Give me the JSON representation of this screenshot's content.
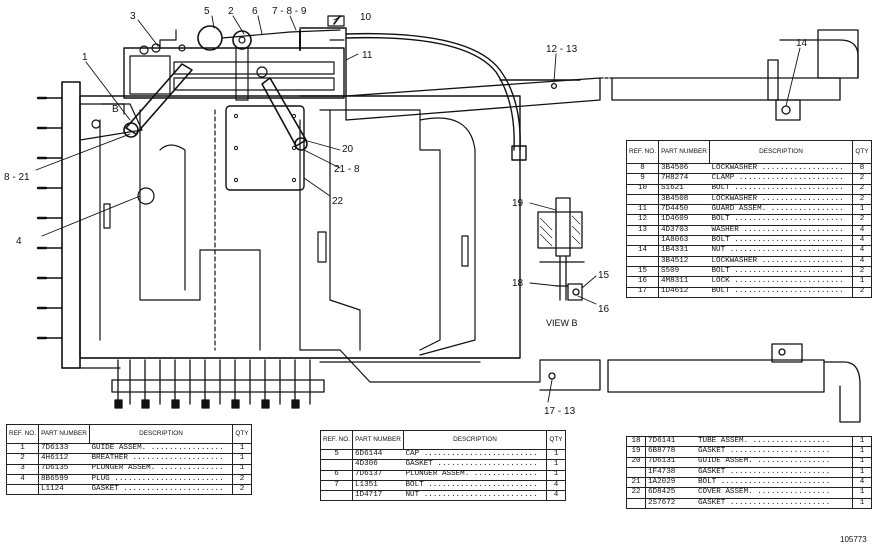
{
  "callouts": [
    {
      "id": "c1",
      "text": "1"
    },
    {
      "id": "c2",
      "text": "2"
    },
    {
      "id": "c3",
      "text": "3"
    },
    {
      "id": "c4",
      "text": "4"
    },
    {
      "id": "c5",
      "text": "5"
    },
    {
      "id": "c6",
      "text": "6"
    },
    {
      "id": "c7",
      "text": "7 - 8 - 9"
    },
    {
      "id": "c10",
      "text": "10"
    },
    {
      "id": "c11",
      "text": "11"
    },
    {
      "id": "c12",
      "text": "12 - 13"
    },
    {
      "id": "c14",
      "text": "14"
    },
    {
      "id": "c15",
      "text": "15"
    },
    {
      "id": "c16",
      "text": "16"
    },
    {
      "id": "c17",
      "text": "17 - 13"
    },
    {
      "id": "c18",
      "text": "18"
    },
    {
      "id": "c19",
      "text": "19"
    },
    {
      "id": "c20",
      "text": "20"
    },
    {
      "id": "c21",
      "text": "21 - 8"
    },
    {
      "id": "c22",
      "text": "22"
    },
    {
      "id": "c8_21",
      "text": "8 - 21"
    },
    {
      "id": "cB",
      "text": "B"
    }
  ],
  "view_label": "VIEW B",
  "figure_id": "105773",
  "table_headers": {
    "ref": "REF. NO.",
    "part": "PART NUMBER",
    "description": "DESCRIPTION",
    "qty": "QTY"
  },
  "tables": {
    "left": {
      "rows": [
        {
          "ref": "1",
          "part": "7D6133",
          "desc": "GUIDE ASSEM.",
          "qty": "1"
        },
        {
          "ref": "2",
          "part": "4H6112",
          "desc": "BREATHER",
          "qty": "1"
        },
        {
          "ref": "3",
          "part": "7D6135",
          "desc": "PLUNGER ASSEM.",
          "qty": "1"
        },
        {
          "ref": "4",
          "part": "8B6599",
          "desc": "PLUG",
          "qty": "2"
        },
        {
          "ref": "",
          "part": "L1124",
          "desc": "GASKET",
          "qty": "2"
        }
      ]
    },
    "middle": {
      "rows": [
        {
          "ref": "5",
          "part": "6D6144",
          "desc": "CAP",
          "qty": "1"
        },
        {
          "ref": "",
          "part": "4D306",
          "desc": "GASKET",
          "qty": "1"
        },
        {
          "ref": "6",
          "part": "7D6137",
          "desc": "PLUNGER ASSEM.",
          "qty": "1"
        },
        {
          "ref": "7",
          "part": "L1351",
          "desc": "BOLT",
          "qty": "4"
        },
        {
          "ref": "",
          "part": "1D4717",
          "desc": "NUT",
          "qty": "4"
        }
      ]
    },
    "right_top": {
      "rows": [
        {
          "ref": "8",
          "part": "3B4506",
          "desc": "LOCKWASHER",
          "qty": "8"
        },
        {
          "ref": "9",
          "part": "7H8274",
          "desc": "CLAMP",
          "qty": "2"
        },
        {
          "ref": "10",
          "part": "S1621",
          "desc": "BOLT",
          "qty": "2"
        },
        {
          "ref": "",
          "part": "3B4508",
          "desc": "LOCKWASHER",
          "qty": "2"
        },
        {
          "ref": "11",
          "part": "7D4450",
          "desc": "GUARD ASSEM.",
          "qty": "1"
        },
        {
          "ref": "12",
          "part": "1D4609",
          "desc": "BOLT",
          "qty": "2"
        },
        {
          "ref": "13",
          "part": "4D3703",
          "desc": "WASHER",
          "qty": "4"
        },
        {
          "ref": "",
          "part": "1A8063",
          "desc": "BOLT",
          "qty": "4"
        },
        {
          "ref": "14",
          "part": "1B4331",
          "desc": "NUT",
          "qty": "4"
        },
        {
          "ref": "",
          "part": "3B4512",
          "desc": "LOCKWASHER",
          "qty": "4"
        },
        {
          "ref": "15",
          "part": "S509",
          "desc": "BOLT",
          "qty": "2"
        },
        {
          "ref": "16",
          "part": "4M8311",
          "desc": "LOCK",
          "qty": "1"
        },
        {
          "ref": "17",
          "part": "1D4612",
          "desc": "BOLT",
          "qty": "2"
        }
      ]
    },
    "right_bottom": {
      "rows": [
        {
          "ref": "18",
          "part": "7D6141",
          "desc": "TUBE ASSEM.",
          "qty": "1"
        },
        {
          "ref": "19",
          "part": "6B8778",
          "desc": "GASKET",
          "qty": "1"
        },
        {
          "ref": "20",
          "part": "7D6131",
          "desc": "GUIDE ASSEM.",
          "qty": "1"
        },
        {
          "ref": "",
          "part": "1F4738",
          "desc": "GASKET",
          "qty": "1"
        },
        {
          "ref": "21",
          "part": "1A2029",
          "desc": "BOLT",
          "qty": "4"
        },
        {
          "ref": "22",
          "part": "6D8425",
          "desc": "COVER ASSEM.",
          "qty": "1"
        },
        {
          "ref": "",
          "part": "2S7672",
          "desc": "GASKET",
          "qty": "1"
        }
      ]
    }
  }
}
